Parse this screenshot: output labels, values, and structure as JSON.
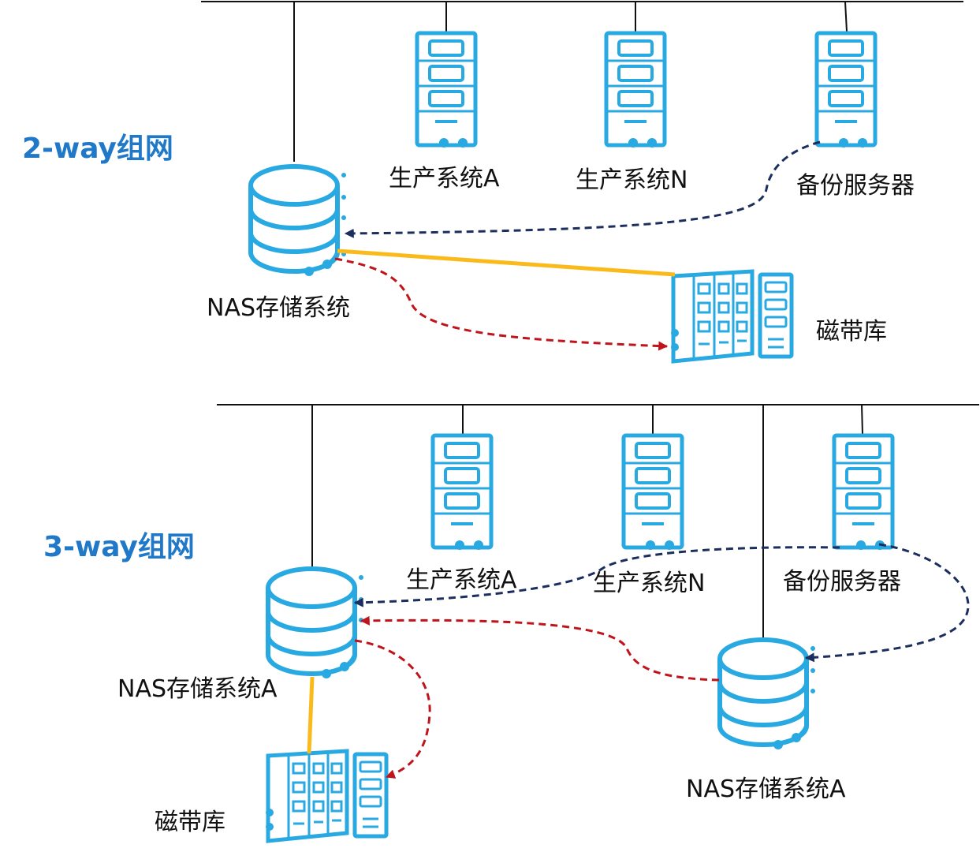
{
  "colors": {
    "device_blue": "#29A9E1",
    "title_blue": "#1F78C8",
    "navy_dash": "#1C2E5E",
    "red_dash": "#C0141C",
    "yellow_link": "#FBBA1C",
    "bus_line": "#111111"
  },
  "icons": [
    "server-icon",
    "database-icon",
    "tape-library-icon"
  ],
  "top": {
    "title": "2-way组网",
    "server_a": "生产系统A",
    "server_n": "生产系统N",
    "backup": "备份服务器",
    "nas": "NAS存储系统",
    "tape": "磁带库"
  },
  "bottom": {
    "title": "3-way组网",
    "server_a": "生产系统A",
    "server_n": "生产系统N",
    "backup": "备份服务器",
    "nas_left": "NAS存储系统A",
    "nas_right": "NAS存储系统A",
    "tape": "磁带库"
  }
}
